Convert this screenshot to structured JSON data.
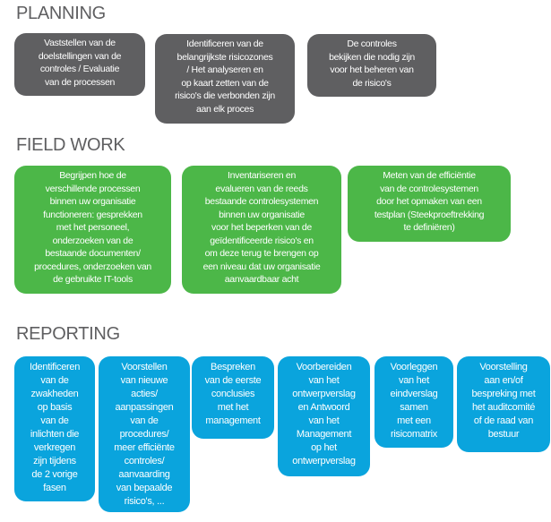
{
  "planning": {
    "title": "PLANNING",
    "boxes": [
      "Vaststellen van de\ndoelstellingen van de\ncontroles / Evaluatie\nvan de processen",
      "Identificeren van de\nbelangrijkste risicozones\n/ Het analyseren en\nop kaart zetten van de\nrisico's die verbonden zijn\naan elk proces",
      "De controles\nbekijken die nodig zijn\nvoor het beheren van\nde risico's"
    ]
  },
  "fieldwork": {
    "title": "FIELD WORK",
    "boxes": [
      "Begrijpen hoe de\nverschillende processen\nbinnen uw organisatie\nfunctioneren: gesprekken\nmet het personeel,\nonderzoeken van de\nbestaande documenten/\nprocedures, onderzoeken van\nde gebruikte IT-tools",
      "Inventariseren en\nevalueren van de reeds\nbestaande controlesystemen\nbinnen uw organisatie\nvoor het beperken van de\ngeïdentificeerde risico's en\nom deze terug te brengen op\neen niveau dat uw organisatie\naanvaardbaar acht",
      "Meten van de efficiëntie\nvan de controlesystemen\ndoor het opmaken van een\ntestplan (Steekproeftrekking\nte definiëren)"
    ]
  },
  "reporting": {
    "title": "REPORTING",
    "boxes": [
      "Identificeren\nvan de\nzwakheden\nop basis\nvan de\ninlichten die\nverkregen\nzijn tijdens\nde 2 vorige\nfasen",
      "Voorstellen\nvan nieuwe\nacties/\naanpassingen\nvan de\nprocedures/\nmeer efficiënte\ncontroles/\naanvaarding\nvan bepaalde\nrisico's, ...",
      "Bespreken\nvan de eerste\nconclusies\nmet het\nmanagement",
      "Voorbereiden\nvan het\nontwerpverslag\nen Antwoord\nvan het\nManagement\nop het\nontwerpverslag",
      "Voorleggen\nvan het\neindverslag\nsamen\nmet een\nrisicomatrix",
      "Voorstelling\naan en/of\nbespreking met\nhet auditcomité\nof de raad van\nbestuur"
    ]
  },
  "colors": {
    "planning": "#5f5f61",
    "fieldwork": "#4cb748",
    "reporting": "#0aa4dd"
  }
}
